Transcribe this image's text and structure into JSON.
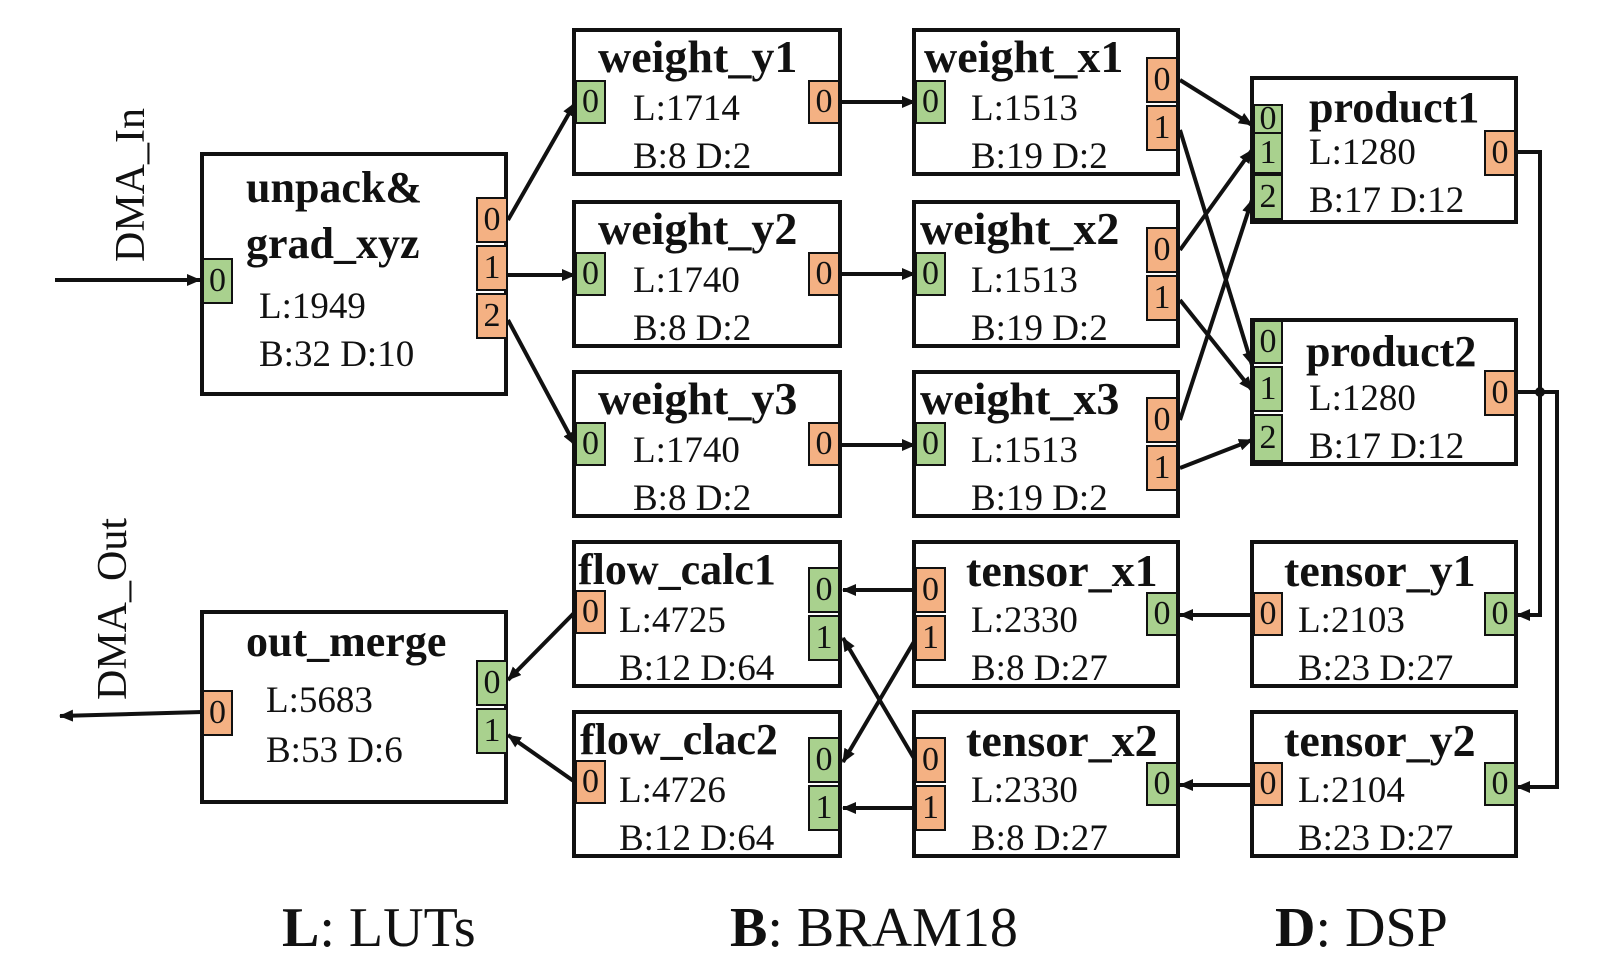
{
  "io_labels": {
    "dma_in": "DMA_In",
    "dma_out": "DMA_Out"
  },
  "modules": {
    "unpack": {
      "name_line1": "unpack&",
      "name_line2": "grad_xyz",
      "luts": "L:1949",
      "bram_dsp": "B:32 D:10",
      "in_ports": [
        "0"
      ],
      "out_ports": [
        "0",
        "1",
        "2"
      ]
    },
    "weight_y1": {
      "name": "weight_y1",
      "luts": "L:1714",
      "bram_dsp": "B:8  D:2",
      "in_ports": [
        "0"
      ],
      "out_ports": [
        "0"
      ]
    },
    "weight_y2": {
      "name": "weight_y2",
      "luts": "L:1740",
      "bram_dsp": "B:8  D:2",
      "in_ports": [
        "0"
      ],
      "out_ports": [
        "0"
      ]
    },
    "weight_y3": {
      "name": "weight_y3",
      "luts": "L:1740",
      "bram_dsp": "B:8  D:2",
      "in_ports": [
        "0"
      ],
      "out_ports": [
        "0"
      ]
    },
    "weight_x1": {
      "name": "weight_x1",
      "luts": "L:1513",
      "bram_dsp": "B:19  D:2",
      "in_ports": [
        "0"
      ],
      "out_ports": [
        "0",
        "1"
      ]
    },
    "weight_x2": {
      "name": "weight_x2",
      "luts": "L:1513",
      "bram_dsp": "B:19  D:2",
      "in_ports": [
        "0"
      ],
      "out_ports": [
        "0",
        "1"
      ]
    },
    "weight_x3": {
      "name": "weight_x3",
      "luts": "L:1513",
      "bram_dsp": "B:19  D:2",
      "in_ports": [
        "0"
      ],
      "out_ports": [
        "0",
        "1"
      ]
    },
    "product1": {
      "name": "product1",
      "luts": "L:1280",
      "bram_dsp": "B:17  D:12",
      "in_ports": [
        "0",
        "1",
        "2"
      ],
      "out_ports": [
        "0"
      ]
    },
    "product2": {
      "name": "product2",
      "luts": "L:1280",
      "bram_dsp": "B:17  D:12",
      "in_ports": [
        "0",
        "1",
        "2"
      ],
      "out_ports": [
        "0"
      ]
    },
    "tensor_y1": {
      "name": "tensor_y1",
      "luts": "L:2103",
      "bram_dsp": "B:23  D:27",
      "in_ports": [
        "0"
      ],
      "out_ports": [
        "0"
      ]
    },
    "tensor_y2": {
      "name": "tensor_y2",
      "luts": "L:2104",
      "bram_dsp": "B:23  D:27",
      "in_ports": [
        "0"
      ],
      "out_ports": [
        "0"
      ]
    },
    "tensor_x1": {
      "name": "tensor_x1",
      "luts": "L:2330",
      "bram_dsp": "B:8  D:27",
      "in_ports": [
        "0"
      ],
      "out_ports": [
        "0",
        "1"
      ]
    },
    "tensor_x2": {
      "name": "tensor_x2",
      "luts": "L:2330",
      "bram_dsp": "B:8  D:27",
      "in_ports": [
        "0"
      ],
      "out_ports": [
        "0",
        "1"
      ]
    },
    "flow_calc1": {
      "name": "flow_calc1",
      "luts": "L:4725",
      "bram_dsp": "B:12  D:64",
      "in_ports": [
        "0",
        "1"
      ],
      "out_ports": [
        "0"
      ]
    },
    "flow_clac2": {
      "name": "flow_clac2",
      "luts": "L:4726",
      "bram_dsp": "B:12  D:64",
      "in_ports": [
        "0",
        "1"
      ],
      "out_ports": [
        "0"
      ]
    },
    "out_merge": {
      "name": "out_merge",
      "luts": "L:5683",
      "bram_dsp": "B:53  D:6",
      "in_ports": [
        "0",
        "1"
      ],
      "out_ports": [
        "0"
      ]
    }
  },
  "legend": {
    "l_key": "L",
    "l_text": ": LUTs",
    "b_key": "B",
    "b_text": ": BRAM18",
    "d_key": "D",
    "d_text": ": DSP"
  },
  "colors": {
    "in_port": "#a9d18e",
    "out_port": "#f4b183",
    "stroke": "#111111"
  }
}
